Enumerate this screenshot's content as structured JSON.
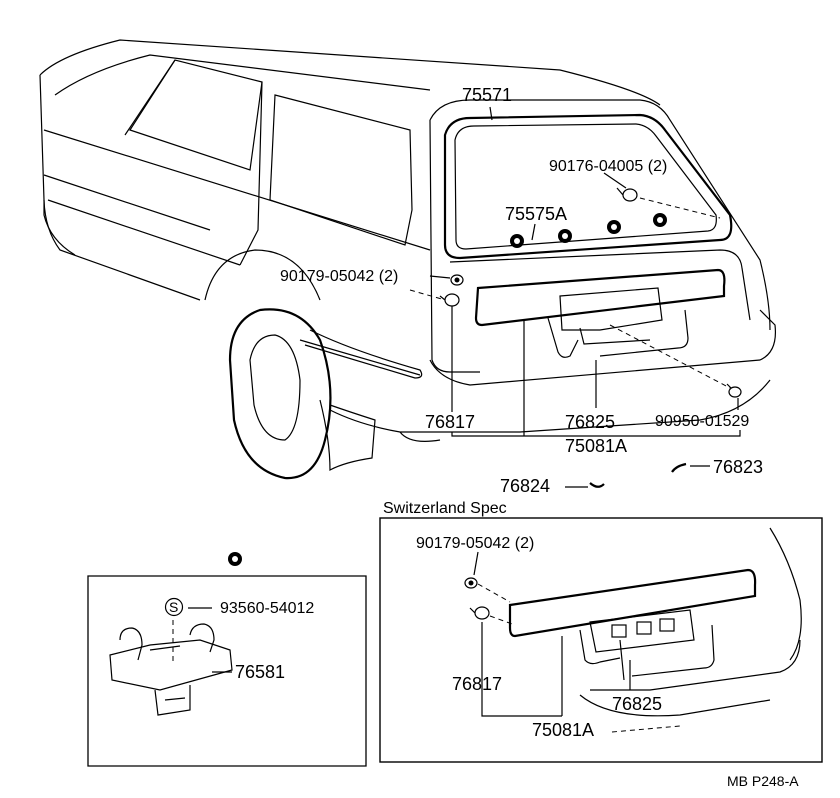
{
  "diagram": {
    "part_labels": {
      "p75571": "75571",
      "p90176": "90176-04005 (2)",
      "p75575a": "75575A",
      "p90179": "90179-05042 (2)",
      "p76817": "76817",
      "p76825": "76825",
      "p90950": "90950-01529",
      "p75081a": "75081A",
      "p76824": "76824",
      "p76823": "76823"
    },
    "switzerland": {
      "title": "Switzerland Spec",
      "p90179": "90179-05042 (2)",
      "p76817": "76817",
      "p76825": "76825",
      "p75081a": "75081A"
    },
    "inset": {
      "s_symbol": "S",
      "p93560": "93560-54012",
      "p76581": "76581"
    },
    "figure_code": "MB P248-A"
  }
}
